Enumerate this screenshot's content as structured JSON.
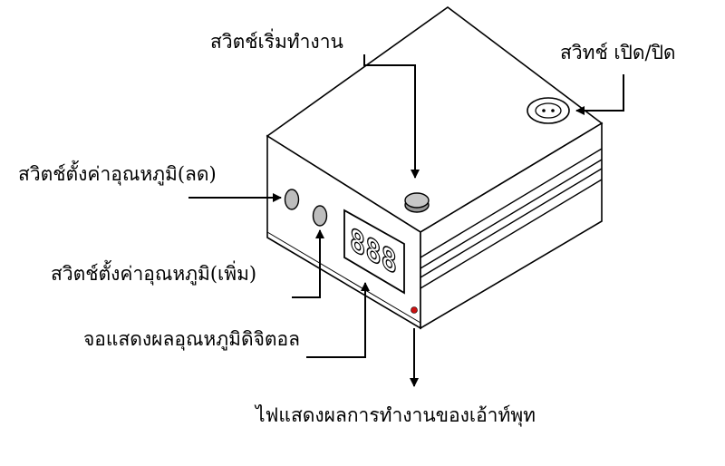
{
  "labels": {
    "start_switch": "สวิตช์เริ่มทำงาน",
    "power_switch": "สวิทช์ เปิด/ปิด",
    "temp_down_switch": "สวิตช์ตั้งค่าอุณหภูมิ(ลด)",
    "temp_up_switch": "สวิตช์ตั้งค่าอุณหภูมิ(เพิ่ม)",
    "digital_display": "จอแสดงผลอุณหภูมิดิจิตอล",
    "output_indicator": "ไฟแสดงผลการทำงานของเอ้าท์พุท"
  },
  "display_reading": "888",
  "colors": {
    "line": "#000000",
    "led": "#cc1111",
    "background": "#ffffff"
  }
}
